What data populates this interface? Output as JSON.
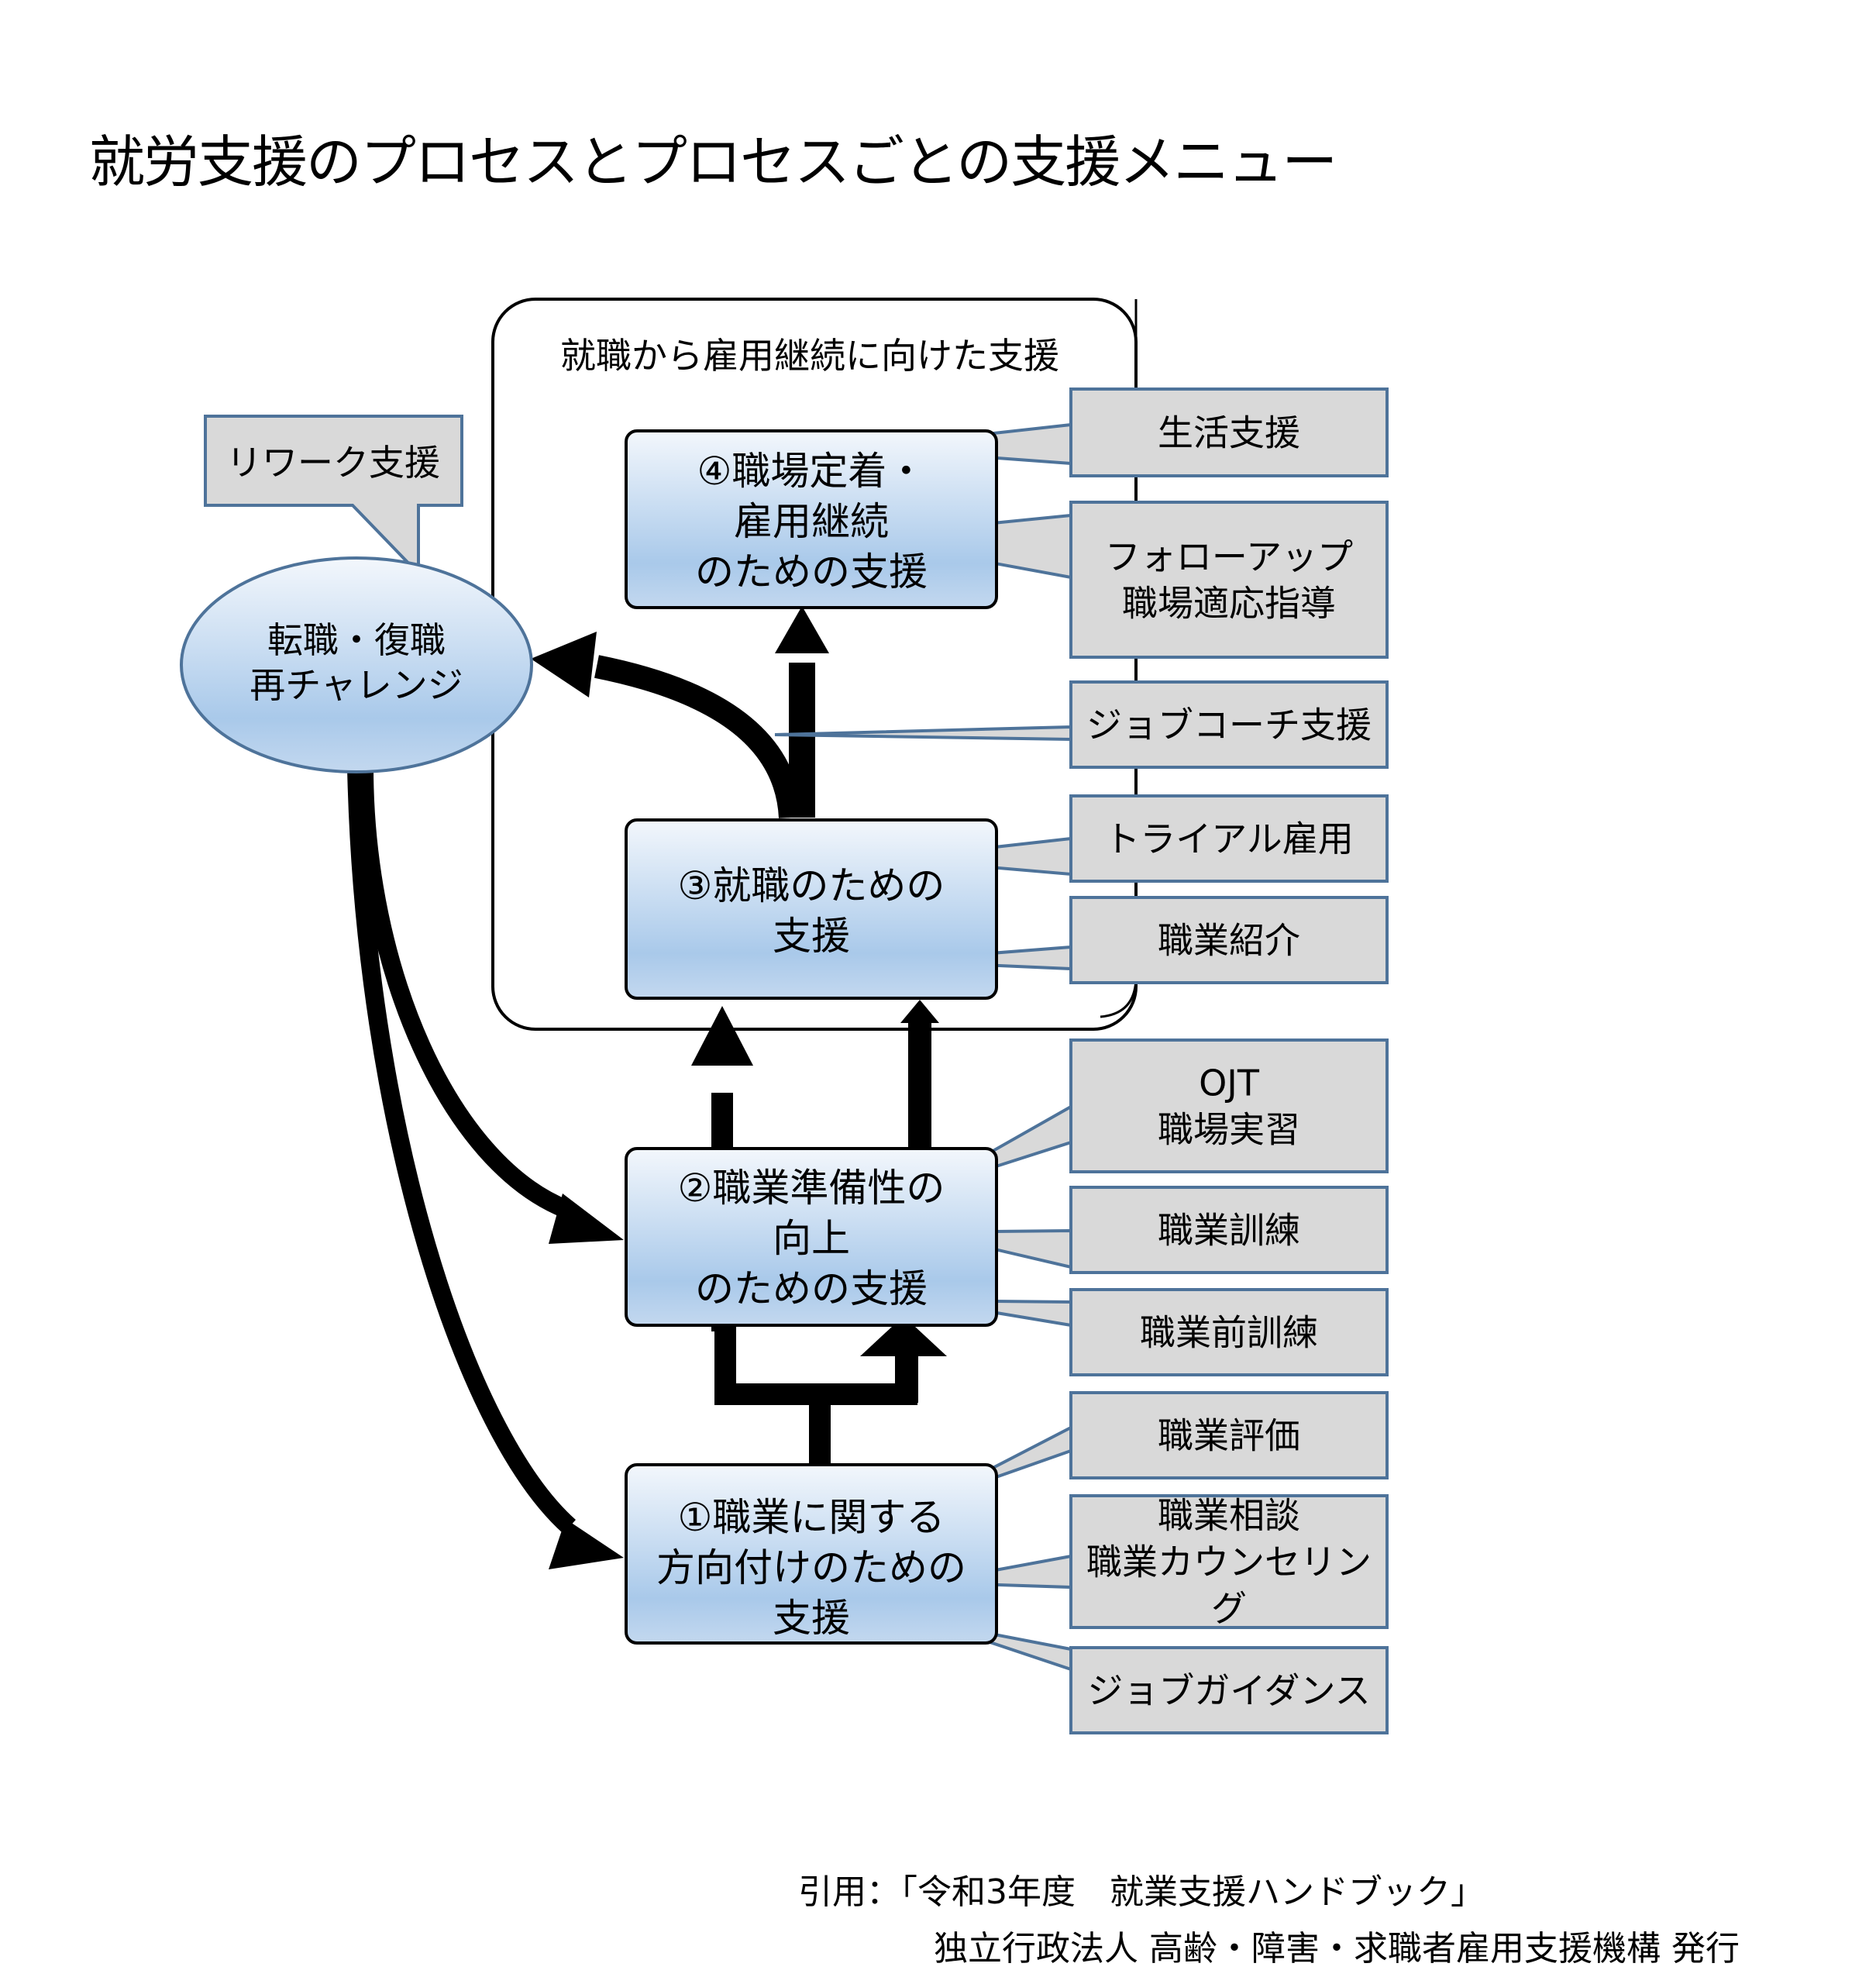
{
  "title": "就労支援のプロセスとプロセスごとの支援メニュー",
  "colors": {
    "process_gradient_top": "#f3f7fc",
    "process_gradient_bottom": "#a9c9ea",
    "callout_fill": "#d9d9d9",
    "callout_border": "#4e739a",
    "ellipse_border": "#4e739a",
    "arrow": "#000000"
  },
  "container": {
    "label": "就職から雇用継続に向けた支援"
  },
  "rework": {
    "callout": "リワーク支援",
    "ellipse_lines": [
      "転職・復職",
      "再チャレンジ"
    ]
  },
  "processes": [
    {
      "id": "p4",
      "lines": [
        "④職場定着・",
        "雇用継続",
        "のための支援"
      ]
    },
    {
      "id": "p3",
      "lines": [
        "③就職のための",
        "支援"
      ]
    },
    {
      "id": "p2",
      "lines": [
        "②職業準備性の",
        "向上",
        "のための支援"
      ]
    },
    {
      "id": "p1",
      "lines": [
        "①職業に関する",
        "方向付けのための",
        "支援"
      ]
    }
  ],
  "menus": [
    {
      "id": "m-seikatsu",
      "target": "p4",
      "lines": [
        "生活支援"
      ]
    },
    {
      "id": "m-followup",
      "target": "p4",
      "lines": [
        "フォローアップ",
        "職場適応指導"
      ]
    },
    {
      "id": "m-jobcoach",
      "target": "p3-p4",
      "lines": [
        "ジョブコーチ支援"
      ]
    },
    {
      "id": "m-trial",
      "target": "p3",
      "lines": [
        "トライアル雇用"
      ]
    },
    {
      "id": "m-shokai",
      "target": "p3",
      "lines": [
        "職業紹介"
      ]
    },
    {
      "id": "m-ojt",
      "target": "p2",
      "lines": [
        "OJT",
        "職場実習"
      ]
    },
    {
      "id": "m-kunren",
      "target": "p2",
      "lines": [
        "職業訓練"
      ]
    },
    {
      "id": "m-maekunren",
      "target": "p2",
      "lines": [
        "職業前訓練"
      ]
    },
    {
      "id": "m-hyoka",
      "target": "p1",
      "lines": [
        "職業評価"
      ]
    },
    {
      "id": "m-sodan",
      "target": "p1",
      "lines": [
        "職業相談",
        "職業カウンセリン",
        "グ"
      ]
    },
    {
      "id": "m-guidance",
      "target": "p1",
      "lines": [
        "ジョブガイダンス"
      ]
    }
  ],
  "credit": {
    "line1": "引用：「令和3年度　就業支援ハンドブック」",
    "line2": "独立行政法人 高齢・障害・求職者雇用支援機構 発行"
  }
}
